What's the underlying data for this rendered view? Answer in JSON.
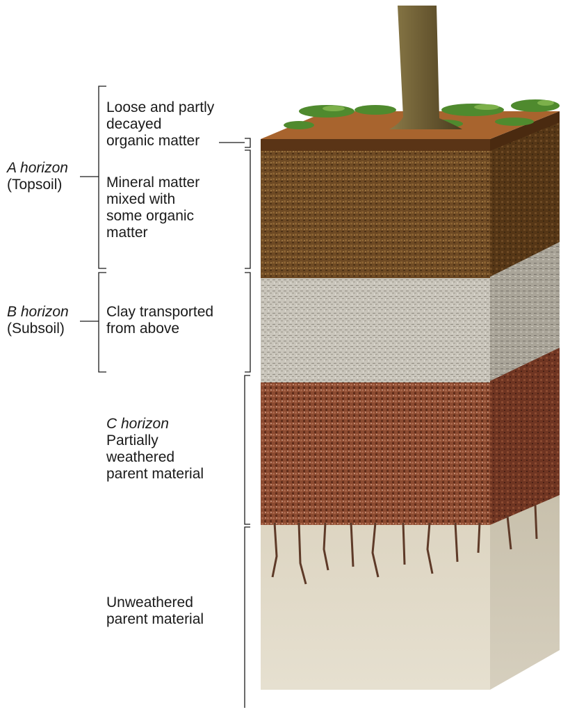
{
  "horizons": {
    "a": {
      "name": "A horizon",
      "alias": "(Topsoil)"
    },
    "b": {
      "name": "B horizon",
      "alias": "(Subsoil)"
    }
  },
  "layers": {
    "organic": [
      "Loose and partly",
      "decayed",
      "organic matter"
    ],
    "mineral": [
      "Mineral matter",
      "mixed with",
      "some organic",
      "matter"
    ],
    "clay": [
      "Clay transported",
      "from above"
    ],
    "c_name": "C horizon",
    "c_desc": [
      "Partially",
      "weathered",
      "parent material"
    ],
    "bedrock": [
      "Unweathered",
      "parent material"
    ]
  },
  "colors": {
    "organic": "#6b3f1c",
    "topsoil": "#6e4a24",
    "subsoil": "#c9c5bb",
    "c_horizon": "#8b4a30",
    "bedrock": "#e0d9c8",
    "grass": "#4f8a2e",
    "trunk": "#6a5a32"
  }
}
